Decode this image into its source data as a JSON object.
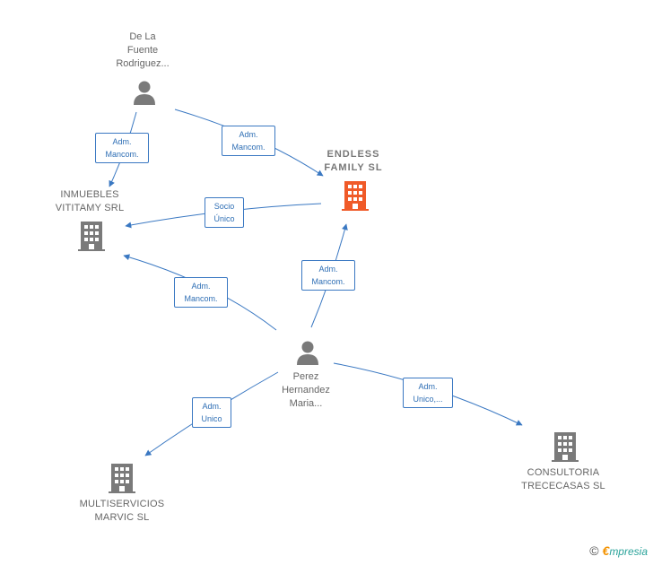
{
  "colors": {
    "edge": "#3a78c2",
    "person_icon": "#7a7a7a",
    "company_icon": "#7a7a7a",
    "focus_company_icon": "#f05a28"
  },
  "nodes": {
    "de_la_fuente": {
      "label": "De La\nFuente\nRodriguez...",
      "icon": "person-icon"
    },
    "endless_family": {
      "label": "ENDLESS\nFAMILY  SL",
      "icon": "building-icon"
    },
    "inmuebles_vititamy": {
      "label": "INMUEBLES\nVITITAMY SRL",
      "icon": "building-icon"
    },
    "perez_hernandez": {
      "label": "Perez\nHernandez\nMaria...",
      "icon": "person-icon"
    },
    "multiservicios_marvic": {
      "label": "MULTISERVICIOS\nMARVIC SL",
      "icon": "building-icon"
    },
    "consultoria_trececasas": {
      "label": "CONSULTORIA\nTRECECASAS SL",
      "icon": "building-icon"
    }
  },
  "edges": {
    "e1": {
      "label": "Adm.\nMancom."
    },
    "e2": {
      "label": "Adm.\nMancom."
    },
    "e3": {
      "label": "Socio\nÚnico"
    },
    "e4": {
      "label": "Adm.\nMancom."
    },
    "e5": {
      "label": "Adm.\nMancom."
    },
    "e6": {
      "label": "Adm.\nUnico"
    },
    "e7": {
      "label": "Adm.\nUnico,..."
    }
  },
  "brand": {
    "copyright": "©",
    "e": "€",
    "rest": "mpresia"
  }
}
